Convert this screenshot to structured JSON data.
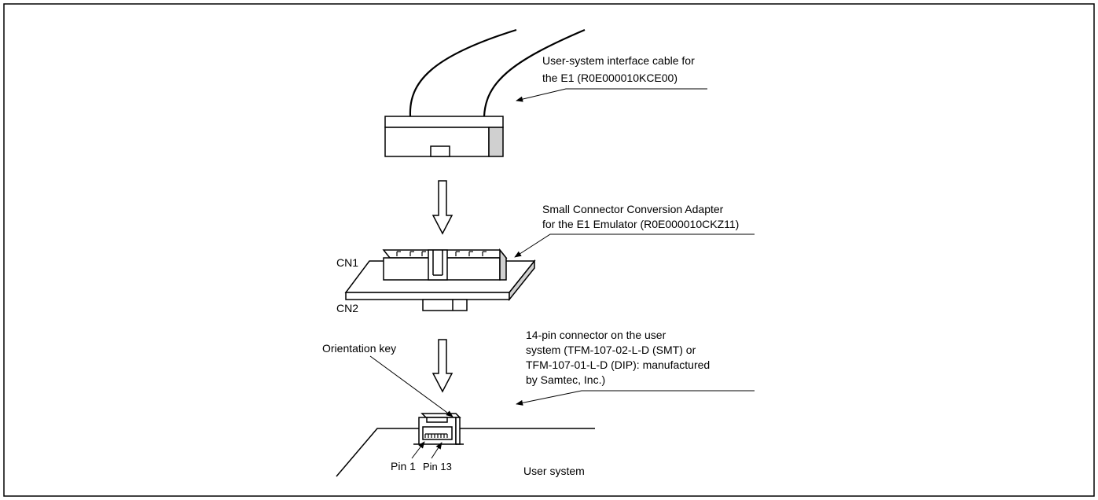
{
  "labels": {
    "cable_line1": "User-system interface cable for",
    "cable_line2": "the E1 (R0E000010KCE00)",
    "adapter_line1": "Small Connector Conversion Adapter",
    "adapter_line2": "for the E1 Emulator (R0E000010CKZ11)",
    "cn1": "CN1",
    "cn2": "CN2",
    "orientation_key": "Orientation key",
    "connector_line1": "14-pin connector on the user",
    "connector_line2": "system (TFM-107-02-L-D (SMT) or",
    "connector_line3": "TFM-107-01-L-D (DIP): manufactured",
    "connector_line4": "by Samtec, Inc.)",
    "pin1": "Pin 1",
    "pin13": "Pin 13",
    "user_system": "User system"
  },
  "colors": {
    "line": "#000000",
    "connector_side": "#d0d0d0",
    "background": "#ffffff"
  }
}
